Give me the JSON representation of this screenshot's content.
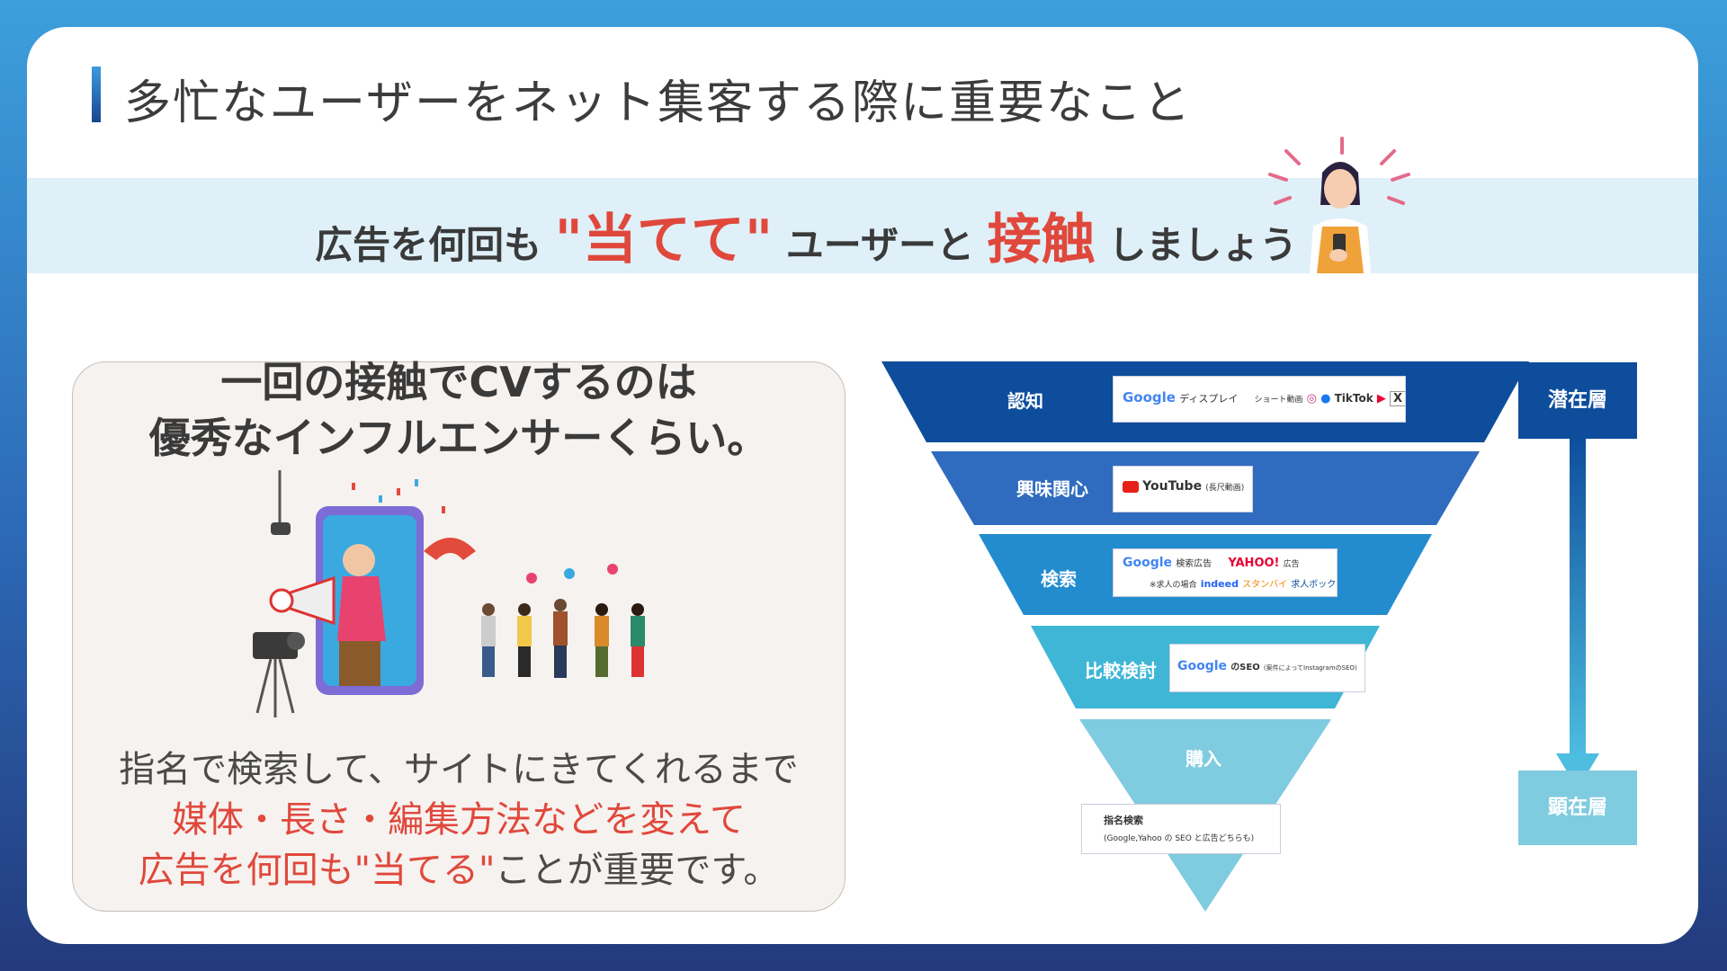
{
  "title": "多忙なユーザーをネット集客する際に重要なこと",
  "band": {
    "part1": "広告を何回も",
    "accent1": "\"当てて\"",
    "part2": "ユーザーと",
    "accent2": "接触",
    "part3": "しましょう"
  },
  "left_box": {
    "heading_line1": "一回の接触でCVするのは",
    "heading_line2": "優秀なインフルエンサーくらい。",
    "body_line1": "指名で検索して、サイトにきてくれるまで",
    "body_line2": "媒体・長さ・編集方法などを変えて",
    "body_line3_red": "広告を何回も\"当てる\"",
    "body_line3_rest": "ことが重要です。"
  },
  "funnel": {
    "stages": [
      {
        "label": "認知",
        "color": "#0d4d9c"
      },
      {
        "label": "興味関心",
        "color": "#2f6cbf"
      },
      {
        "label": "検索",
        "color": "#238ccf"
      },
      {
        "label": "比較検討",
        "color": "#3fb6d6"
      },
      {
        "label": "購入",
        "color": "#7fcbe0"
      }
    ],
    "logos": {
      "ninchi_google": "Google",
      "ninchi_display": "ディスプレイ",
      "ninchi_short": "ショート動画",
      "ninchi_tiktok": "TikTok",
      "ninchi_x": "X",
      "kyomi_youtube": "YouTube",
      "kyomi_note": "(長尺動画)",
      "kensaku_google": "Google",
      "kensaku_ad": "検索広告",
      "kensaku_yahoo": "YAHOO!",
      "kensaku_yahoo_ad": "広告",
      "kensaku_note": "※求人の場合",
      "kensaku_indeed": "indeed",
      "kensaku_stanby": "スタンバイ",
      "kensaku_kyujin": "求人ボックス",
      "hikaku_google": "Google",
      "hikaku_seo": "のSEO",
      "hikaku_note": "(案件によってInstagramのSEO)",
      "konyu_line1": "指名検索",
      "konyu_line2": "(Google,Yahoo の SEO と広告どちらも)"
    }
  },
  "side": {
    "top": "潜在層",
    "bottom": "顕在層"
  },
  "colors": {
    "accent_red": "#e0483c",
    "band_bg": "#dff0f8"
  }
}
